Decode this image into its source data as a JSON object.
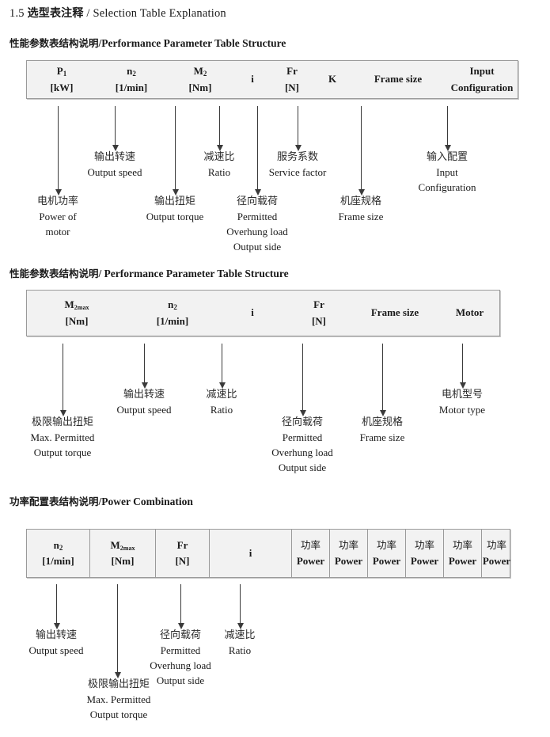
{
  "document": {
    "section_number": "1.5",
    "title_cn": "选型表注释",
    "title_sep": "/",
    "title_en": "Selection Table Explanation"
  },
  "sections": [
    {
      "heading_cn": "性能参数表结构说明",
      "heading_sep": "/",
      "heading_en": "Performance Parameter Table Structure",
      "table": {
        "divided": false,
        "columns": [
          {
            "symbol": "P",
            "sub": "1",
            "unit": "[kW]"
          },
          {
            "symbol": "n",
            "sub": "2",
            "unit": "[1/min]"
          },
          {
            "symbol": "M",
            "sub": "2",
            "unit": "[Nm]"
          },
          {
            "symbol": "i",
            "sub": "",
            "unit": ""
          },
          {
            "symbol": "Fr",
            "sub": "",
            "unit": "[N]"
          },
          {
            "symbol": "K",
            "sub": "",
            "unit": ""
          },
          {
            "symbol": "Frame size",
            "sub": "",
            "unit": ""
          },
          {
            "symbol": "Input",
            "sub": "",
            "unit": "Configuration"
          }
        ]
      },
      "annotations": [
        {
          "cn": "电机功率",
          "en": [
            "Power of",
            "motor"
          ]
        },
        {
          "cn": "输出转速",
          "en": [
            "Output speed"
          ]
        },
        {
          "cn": "输出扭矩",
          "en": [
            "Output torque"
          ]
        },
        {
          "cn": "减速比",
          "en": [
            "Ratio"
          ]
        },
        {
          "cn": "径向载荷",
          "en": [
            "Permitted",
            "Overhung load",
            "Output side"
          ]
        },
        {
          "cn": "服务系数",
          "en": [
            "Service factor"
          ]
        },
        {
          "cn": "机座规格",
          "en": [
            "Frame size"
          ]
        },
        {
          "cn": "输入配置",
          "en": [
            "Input",
            "Configuration"
          ]
        }
      ]
    },
    {
      "heading_cn": "性能参数表结构说明",
      "heading_sep": "/",
      "heading_en": "Performance Parameter Table Structure",
      "table": {
        "divided": false,
        "columns": [
          {
            "symbol": "M",
            "sub": "2max",
            "unit": "[Nm]"
          },
          {
            "symbol": "n",
            "sub": "2",
            "unit": "[1/min]"
          },
          {
            "symbol": "i",
            "sub": "",
            "unit": ""
          },
          {
            "symbol": "Fr",
            "sub": "",
            "unit": "[N]"
          },
          {
            "symbol": "Frame size",
            "sub": "",
            "unit": ""
          },
          {
            "symbol": "Motor",
            "sub": "",
            "unit": ""
          }
        ]
      },
      "annotations": [
        {
          "cn": "极限输出扭矩",
          "en": [
            "Max. Permitted",
            "Output  torque"
          ]
        },
        {
          "cn": "输出转速",
          "en": [
            "Output speed"
          ]
        },
        {
          "cn": "减速比",
          "en": [
            "Ratio"
          ]
        },
        {
          "cn": "径向载荷",
          "en": [
            "Permitted",
            "Overhung load",
            "Output side"
          ]
        },
        {
          "cn": "机座规格",
          "en": [
            "Frame size"
          ]
        },
        {
          "cn": "电机型号",
          "en": [
            "Motor type"
          ]
        }
      ]
    },
    {
      "heading_cn": "功率配置表结构说明",
      "heading_sep": "/",
      "heading_en": "Power Combination",
      "table": {
        "divided": true,
        "columns": [
          {
            "symbol": "n",
            "sub": "2",
            "unit": "[1/min]"
          },
          {
            "symbol": "M",
            "sub": "2max",
            "unit": "[Nm]"
          },
          {
            "symbol": "Fr",
            "sub": "",
            "unit": "[N]"
          },
          {
            "symbol": "i",
            "sub": "",
            "unit": ""
          },
          {
            "symbol": "功率",
            "sub": "",
            "unit": "Power"
          },
          {
            "symbol": "功率",
            "sub": "",
            "unit": "Power"
          },
          {
            "symbol": "功率",
            "sub": "",
            "unit": "Power"
          },
          {
            "symbol": "功率",
            "sub": "",
            "unit": "Power"
          },
          {
            "symbol": "功率",
            "sub": "",
            "unit": "Power"
          },
          {
            "symbol": "功率",
            "sub": "",
            "unit": "Power"
          }
        ]
      },
      "annotations": [
        {
          "cn": "输出转速",
          "en": [
            "Output speed"
          ]
        },
        {
          "cn": "极限输出扭矩",
          "en": [
            "Max. Permitted",
            "Output  torque"
          ]
        },
        {
          "cn": "径向载荷",
          "en": [
            "Permitted",
            "Overhung load",
            "Output side"
          ]
        },
        {
          "cn": "减速比",
          "en": [
            "Ratio"
          ]
        }
      ]
    }
  ],
  "colors": {
    "table_fill": "#f2f2f2",
    "table_border": "#9a9a9a",
    "arrow": "#3a3a3a",
    "text": "#1a1a1a",
    "page_bg": "#ffffff"
  }
}
